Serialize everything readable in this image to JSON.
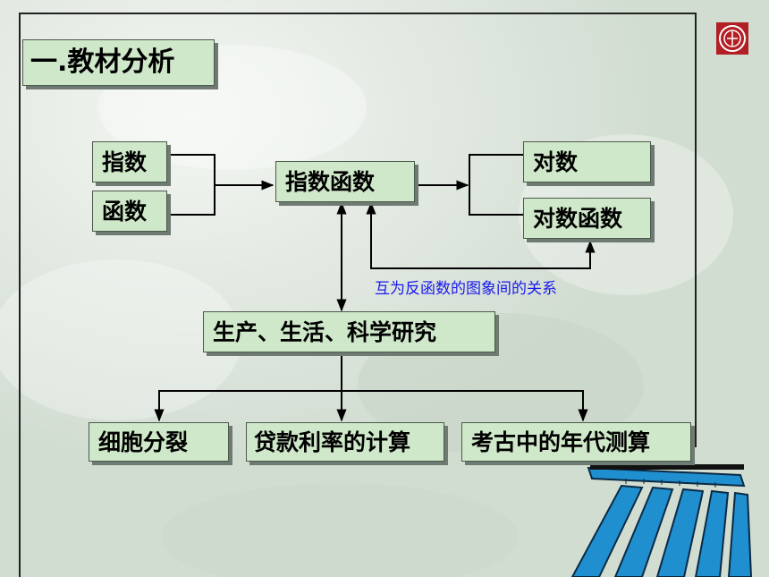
{
  "slide": {
    "title": "一.教材分析",
    "colors": {
      "box_fill": "#cfe8c9",
      "box_border": "#4a5a4a",
      "shadow": "#6f7a72",
      "line": "#000000",
      "caption": "#1a1aee",
      "frame": "#222222",
      "logo": "#b21f24",
      "deco_blue": "#1f8fd0"
    }
  },
  "diagram": {
    "zhishu": "指数",
    "hanshu": "函数",
    "zhishu_hanshu": "指数函数",
    "duishu": "对数",
    "duishu_hanshu": "对数函数",
    "relation_caption": "互为反函数的图象间的关系",
    "application": "生产、生活、科学研究",
    "examples": [
      "细胞分裂",
      "贷款利率的计算",
      "考古中的年代测算"
    ]
  },
  "decor": {
    "logo_icon": "school-seal-icon",
    "deco_icon": "domino-stack-icon"
  }
}
